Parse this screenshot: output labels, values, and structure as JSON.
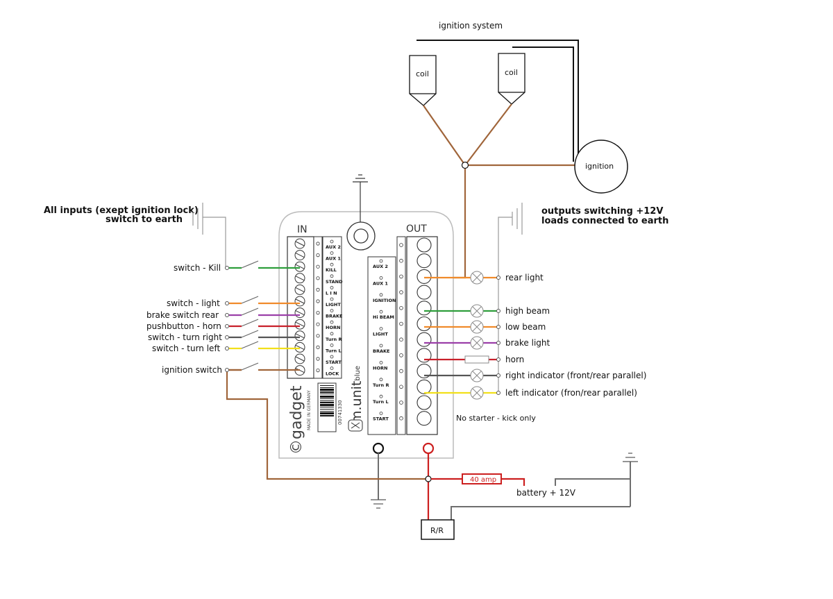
{
  "title": "ignition system",
  "ignition": {
    "coil_left": "coil",
    "coil_right": "coil",
    "module": "ignition"
  },
  "inputs_note": {
    "line1": "All inputs (exept ignition lock)",
    "line2": "switch to earth"
  },
  "outputs_note": {
    "line1": "outputs switching +12V",
    "line2": "loads connected to earth"
  },
  "unit": {
    "in_label": "IN",
    "out_label": "OUT",
    "brand": "©gadget",
    "made_in": "MADE IN GERMANY",
    "serial": "00741330",
    "model": "m.unit",
    "model_suffix": "blue",
    "in_terminals": [
      "AUX 2",
      "AUX 1",
      "KILL",
      "STAND",
      "L I N",
      "LIGHT",
      "BRAKE",
      "HORN",
      "Turn R",
      "Turn L",
      "START",
      "LOCK"
    ],
    "out_terminals": [
      "AUX 2",
      "AUX 1",
      "IGNITION",
      "Hi BEAM",
      "LIGHT",
      "BRAKE",
      "HORN",
      "Turn R",
      "Turn L",
      "START"
    ]
  },
  "input_switches": [
    {
      "label": "switch - Kill",
      "color": "#2e9e3c"
    },
    {
      "label": "switch - light",
      "color": "#f08a2a"
    },
    {
      "label": "brake switch rear",
      "color": "#9b3fa8"
    },
    {
      "label": "pushbutton - horn",
      "color": "#c8202a"
    },
    {
      "label": "switch - turn right",
      "color": "#555555"
    },
    {
      "label": "switch - turn left",
      "color": "#f2e01a"
    },
    {
      "label": "ignition switch",
      "color": "#a0653a"
    }
  ],
  "outputs": [
    {
      "label": "rear light",
      "color": "#f08a2a"
    },
    {
      "label": "high beam",
      "color": "#2e9e3c"
    },
    {
      "label": "low beam",
      "color": "#f08a2a"
    },
    {
      "label": "brake light",
      "color": "#9b3fa8"
    },
    {
      "label": "horn",
      "color": "#c8202a"
    },
    {
      "label": "right indicator (front/rear parallel)",
      "color": "#555555"
    },
    {
      "label": "left indicator (fron/rear parallel)",
      "color": "#f2e01a"
    }
  ],
  "no_starter_note": "No starter - kick only",
  "fuse_label": "40 amp",
  "battery_label": "battery + 12V",
  "regulator_label": "R/R",
  "colors": {
    "brown": "#a0653a",
    "red": "#cc1f1f",
    "gray": "#6e6e6e",
    "black": "#111111"
  }
}
